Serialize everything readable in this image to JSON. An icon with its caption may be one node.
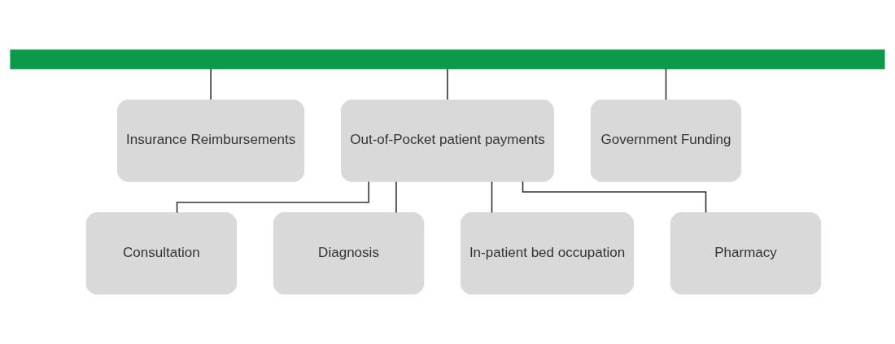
{
  "diagram": {
    "nodes": [
      {
        "text": [],
        "shape": "bar"
      },
      {
        "text": [
          "Insurance Reimbursements"
        ]
      },
      {
        "text": [
          "Out-of-Pocket patient payments"
        ]
      },
      {
        "text": [
          "Government Funding"
        ]
      },
      {
        "text": [
          "Consultation"
        ]
      },
      {
        "text": [
          "Diagnosis"
        ]
      },
      {
        "text": [
          "In-patient bed occupation"
        ]
      },
      {
        "text": [
          "Pharmacy"
        ]
      }
    ],
    "edges": [
      {
        "from": 0,
        "to": 1,
        "arrow": "none"
      },
      {
        "from": 0,
        "to": 2,
        "arrow": "none"
      },
      {
        "from": 0,
        "to": 3,
        "arrow": "none"
      },
      {
        "from": 2,
        "to": 4,
        "arrow": "none"
      },
      {
        "from": 2,
        "to": 5,
        "arrow": "none"
      },
      {
        "from": 2,
        "to": 6,
        "arrow": "none"
      },
      {
        "from": 2,
        "to": 7,
        "arrow": "none"
      }
    ]
  }
}
